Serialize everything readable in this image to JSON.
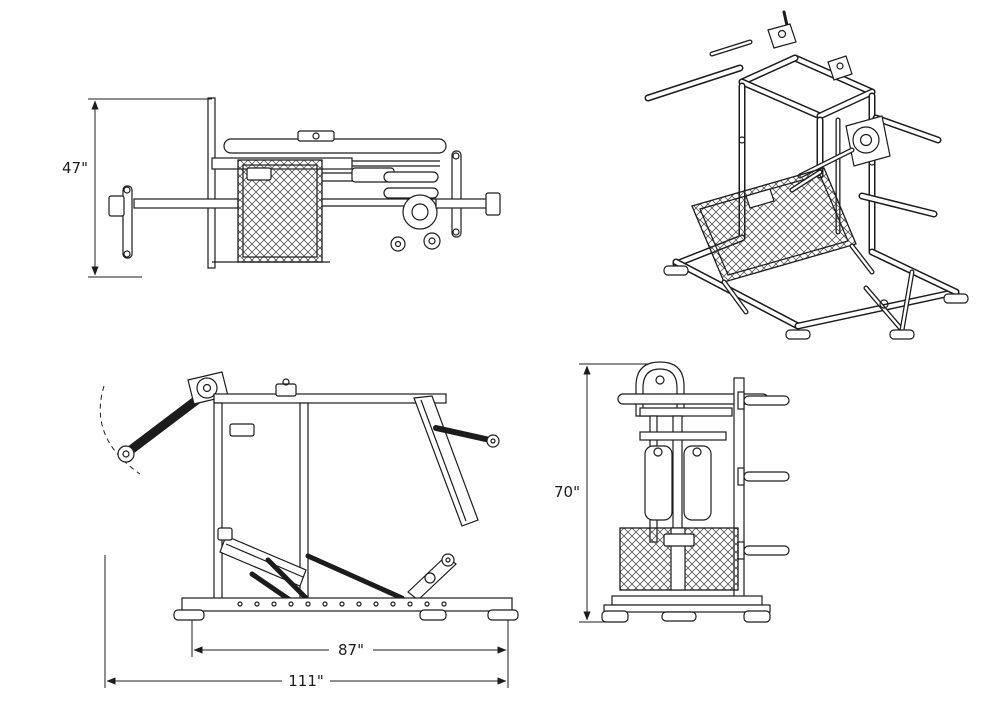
{
  "drawing": {
    "line_color": "#1c1c1c",
    "background": "#ffffff",
    "dimensions": {
      "top_view_height": "47\"",
      "front_view_height": "70\"",
      "side_view_inner_width": "87\"",
      "side_view_overall_width": "111\""
    }
  }
}
